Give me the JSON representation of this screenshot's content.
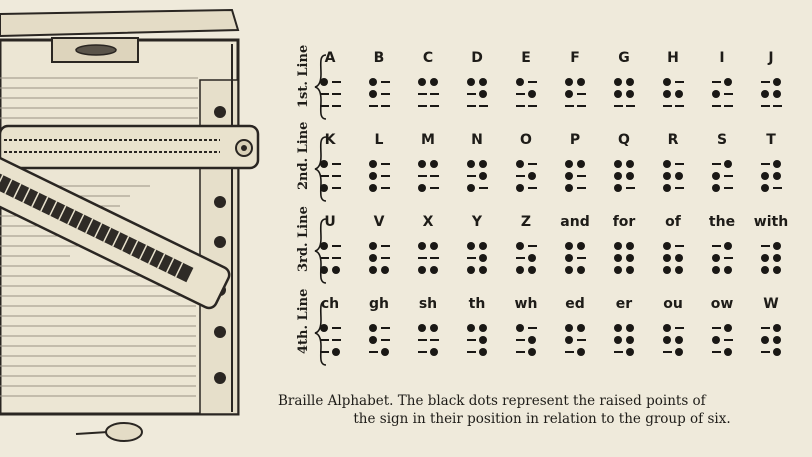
{
  "rows": [
    {
      "label": "1st. Line",
      "letters": [
        "A",
        "B",
        "C",
        "D",
        "E",
        "F",
        "G",
        "H",
        "I",
        "J"
      ],
      "cells": [
        [
          1
        ],
        [
          1,
          2
        ],
        [
          1,
          4
        ],
        [
          1,
          4,
          5
        ],
        [
          1,
          5
        ],
        [
          1,
          2,
          4
        ],
        [
          1,
          2,
          4,
          5
        ],
        [
          1,
          2,
          5
        ],
        [
          2,
          4
        ],
        [
          2,
          4,
          5
        ]
      ]
    },
    {
      "label": "2nd. Line",
      "letters": [
        "K",
        "L",
        "M",
        "N",
        "O",
        "P",
        "Q",
        "R",
        "S",
        "T"
      ],
      "cells": [
        [
          1,
          3
        ],
        [
          1,
          2,
          3
        ],
        [
          1,
          3,
          4
        ],
        [
          1,
          3,
          4,
          5
        ],
        [
          1,
          3,
          5
        ],
        [
          1,
          2,
          3,
          4
        ],
        [
          1,
          2,
          3,
          4,
          5
        ],
        [
          1,
          2,
          3,
          5
        ],
        [
          2,
          3,
          4
        ],
        [
          2,
          3,
          4,
          5
        ]
      ]
    },
    {
      "label": "3rd. Line",
      "letters": [
        "U",
        "V",
        "X",
        "Y",
        "Z",
        "and",
        "for",
        "of",
        "the",
        "with"
      ],
      "cells": [
        [
          1,
          3,
          6
        ],
        [
          1,
          2,
          3,
          6
        ],
        [
          1,
          3,
          4,
          6
        ],
        [
          1,
          3,
          4,
          5,
          6
        ],
        [
          1,
          3,
          5,
          6
        ],
        [
          1,
          2,
          3,
          4,
          6
        ],
        [
          1,
          2,
          3,
          4,
          5,
          6
        ],
        [
          1,
          2,
          3,
          5,
          6
        ],
        [
          2,
          3,
          4,
          6
        ],
        [
          2,
          3,
          4,
          5,
          6
        ]
      ]
    },
    {
      "label": "4th. Line",
      "letters": [
        "ch",
        "gh",
        "sh",
        "th",
        "wh",
        "ed",
        "er",
        "ou",
        "ow",
        "W"
      ],
      "cells": [
        [
          1,
          6
        ],
        [
          1,
          2,
          6
        ],
        [
          1,
          4,
          6
        ],
        [
          1,
          4,
          5,
          6
        ],
        [
          1,
          5,
          6
        ],
        [
          1,
          2,
          4,
          6
        ],
        [
          1,
          2,
          4,
          5,
          6
        ],
        [
          1,
          2,
          5,
          6
        ],
        [
          2,
          4,
          6
        ],
        [
          2,
          4,
          5,
          6
        ]
      ]
    }
  ],
  "caption": {
    "line1": "Braille Alphabet. The black dots represent the raised points of",
    "line2": "the sign in their position in relation to the group of six."
  }
}
